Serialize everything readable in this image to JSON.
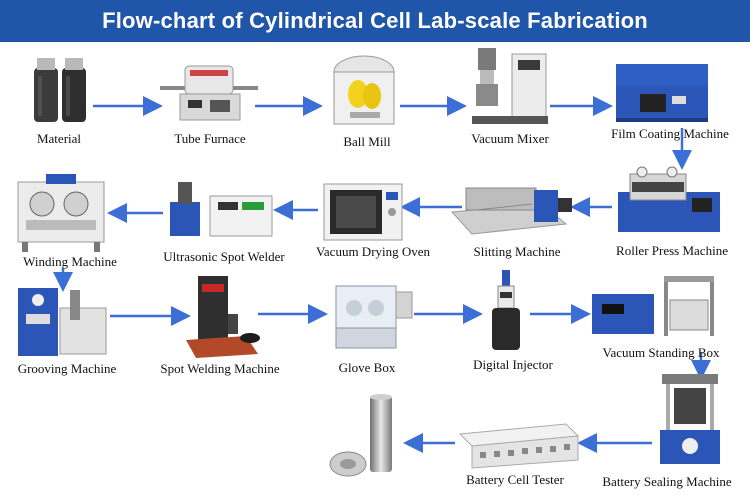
{
  "title": "Flow-chart of Cylindrical Cell Lab-scale Fabrication",
  "colors": {
    "banner": "#1f56a9",
    "arrow": "#3b6fd6",
    "machine_blue": "#2c55b8"
  },
  "steps": [
    {
      "id": "material",
      "label": "Material"
    },
    {
      "id": "tube_furnace",
      "label": "Tube Furnace"
    },
    {
      "id": "ball_mill",
      "label": "Ball Mill"
    },
    {
      "id": "vacuum_mixer",
      "label": "Vacuum Mixer"
    },
    {
      "id": "film_coating_machine",
      "label": "Film Coating Machine"
    },
    {
      "id": "roller_press_machine",
      "label": "Roller Press Machine"
    },
    {
      "id": "slitting_machine",
      "label": "Slitting Machine"
    },
    {
      "id": "vacuum_drying_oven",
      "label": "Vacuum Drying Oven"
    },
    {
      "id": "ultrasonic_spot_welder",
      "label": "Ultrasonic Spot Welder"
    },
    {
      "id": "winding_machine",
      "label": "Winding Machine"
    },
    {
      "id": "grooving_machine",
      "label": "Grooving Machine"
    },
    {
      "id": "spot_welding_machine",
      "label": "Spot Welding Machine"
    },
    {
      "id": "glove_box",
      "label": "Glove Box"
    },
    {
      "id": "digital_injector",
      "label": "Digital Injector"
    },
    {
      "id": "vacuum_standing_box",
      "label": "Vacuum Standing Box"
    },
    {
      "id": "battery_sealing_machine",
      "label": "Battery Sealing Machine"
    },
    {
      "id": "battery_cell_tester",
      "label": "Battery Cell Tester"
    },
    {
      "id": "cylindrical_cell",
      "label": ""
    }
  ]
}
